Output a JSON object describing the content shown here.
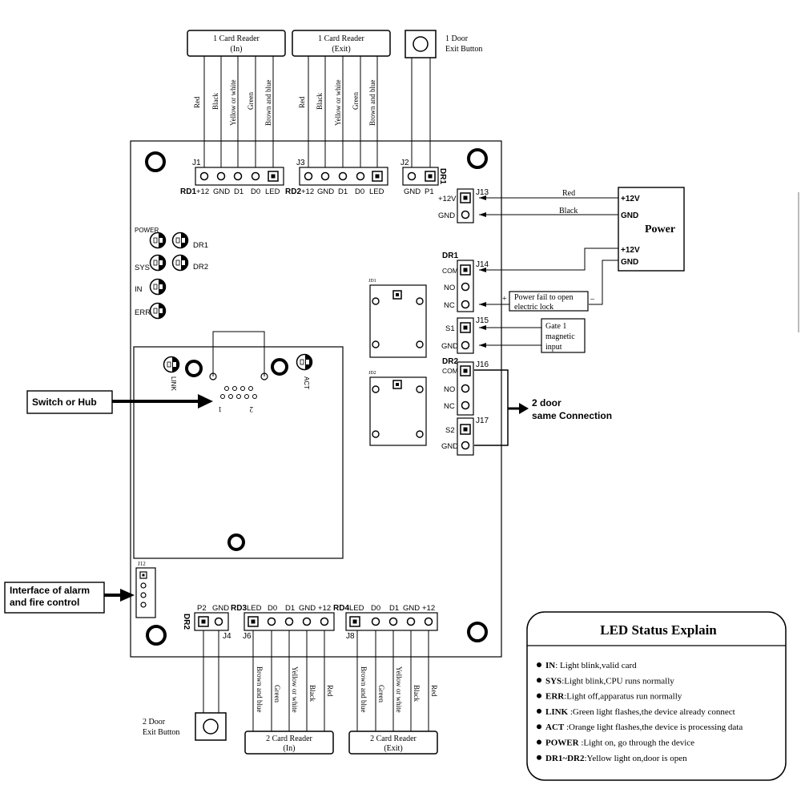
{
  "readers": {
    "r1_in": "1 Card Reader|(In)",
    "r1_exit": "1 Card Reader|(Exit)",
    "r2_in": "2 Card Reader|(In)",
    "r2_exit": "2 Card Reader|(Exit)"
  },
  "exit_buttons": {
    "door1": "1 Door|Exit Button",
    "door2": "2 Door|Exit Button"
  },
  "wire_colors": {
    "red": "Red",
    "black": "Black",
    "yellow_white": "Yellow or white",
    "green": "Green",
    "brown_blue": "Brown and blue"
  },
  "connectors": {
    "j1": "J1",
    "j2": "J2",
    "j3": "J3",
    "j4": "J4",
    "j6": "J6",
    "j8": "J8",
    "j12": "J12",
    "j13": "J13",
    "j14": "J14",
    "j15": "J15",
    "j16": "J16",
    "j17": "J17",
    "jd1": "JD1",
    "jd2": "JD2"
  },
  "pins": {
    "rd1": "RD1",
    "rd2": "RD2",
    "rd3": "RD3",
    "rd4": "RD4",
    "dr1": "DR1",
    "dr2": "DR2",
    "p12": "+12",
    "gnd": "GND",
    "d1": "D1",
    "d0": "D0",
    "led": "LED",
    "p1": "P1",
    "p2": "P2",
    "plus12v": "+12V",
    "com": "COM",
    "no": "NO",
    "nc": "NC",
    "s1": "S1",
    "s2": "S2"
  },
  "leds": {
    "power": "POWER",
    "sys": "SYS",
    "in": "IN",
    "err": "ERR",
    "dr1": "DR1",
    "dr2": "DR2",
    "link": "LINK",
    "act": "ACT"
  },
  "power_box": {
    "title": "Power",
    "p12a": "+12V",
    "gnda": "GND",
    "p12b": "+12V",
    "gndb": "GND",
    "red": "Red",
    "black": "Black"
  },
  "lock_box": {
    "line1": "Power fail to open",
    "line2": "electric lock",
    "plus": "+",
    "minus": "–"
  },
  "gate_box": {
    "line1": "Gate 1",
    "line2": "magnetic",
    "line3": "input"
  },
  "two_door": {
    "line1": "2 door",
    "line2": "same Connection"
  },
  "switch_hub": "Switch or Hub",
  "alarm_box": {
    "line1": "Interface of alarm",
    "line2": "and fire control"
  },
  "rj45": {
    "pin1": "1",
    "pin2": "2"
  },
  "legend": {
    "title": "LED Status Explain",
    "items": [
      {
        "key": "IN",
        "text": ": Light blink,valid card"
      },
      {
        "key": "SYS",
        "text": ":Light blink,CPU runs normally"
      },
      {
        "key": "ERR",
        "text": ":Light off,apparatus run normally"
      },
      {
        "key": "LINK",
        "text": " :Green light flashes,the device already connect"
      },
      {
        "key": "ACT",
        "text": " :Orange light flashes,the device is processing data"
      },
      {
        "key": "POWER",
        "text": " :Light on, go through the device"
      },
      {
        "key": "DR1~DR2",
        "text": ":Yellow light on,door is open"
      }
    ]
  }
}
